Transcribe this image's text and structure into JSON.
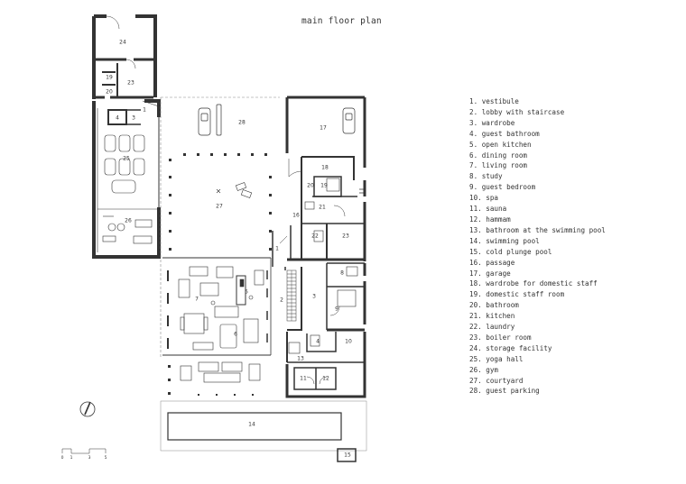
{
  "title": "main floor plan",
  "legend": [
    "1. vestibule",
    "2. lobby with staircase",
    "3. wardrobe",
    "4. guest bathroom",
    "5. open kitchen",
    "6. dining room",
    "7. living room",
    "8. study",
    "9. guest bedroom",
    "10. spa",
    "11. sauna",
    "12. hammam",
    "13. bathroom at the swimming pool",
    "14. swimming pool",
    "15. cold plunge pool",
    "16. passage",
    "17. garage",
    "18. wardrobe for domestic staff",
    "19. domestic staff room",
    "20. bathroom",
    "21. kitchen",
    "22. laundry",
    "23. boiler room",
    "24. storage facility",
    "25. yoga hall",
    "26. gym",
    "27. courtyard",
    "28. guest parking"
  ],
  "room_labels": {
    "r1": "1",
    "r2": "2",
    "r3": "3",
    "r3b": "3",
    "r4": "4",
    "r4b": "4",
    "r5": "5",
    "r6": "6",
    "r7": "7",
    "r8": "8",
    "r9": "9",
    "r10": "10",
    "r11": "11",
    "r12": "12",
    "r13": "13",
    "r14": "14",
    "r15": "15",
    "r16": "16",
    "r17": "17",
    "r18": "18",
    "r19": "19",
    "r19b": "19",
    "r20": "20",
    "r20b": "20",
    "r21": "21",
    "r22": "22",
    "r23": "23",
    "r23b": "23",
    "r24": "24",
    "r25": "25",
    "r26": "26",
    "r27": "27",
    "r28": "28"
  },
  "scale_labels": [
    "0",
    "1",
    "3",
    "5"
  ],
  "colors": {
    "line": "#333333",
    "dashed": "#888888",
    "background": "#ffffff"
  },
  "icons": {
    "north_arrow": "north-arrow-icon"
  }
}
